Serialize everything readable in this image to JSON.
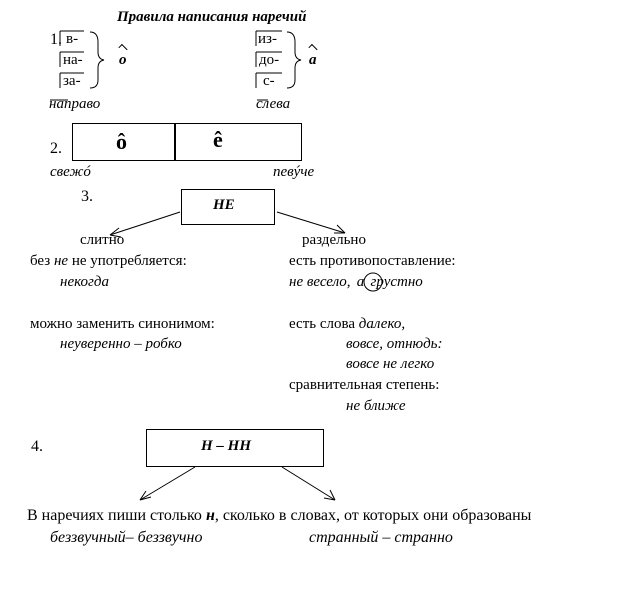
{
  "title": "Правила написания наречий",
  "rule1": {
    "number": "1.",
    "left_prefixes": [
      "в-",
      "на-",
      "за-"
    ],
    "left_ending": "о",
    "right_prefixes": [
      "из-",
      "до-",
      "с-"
    ],
    "right_ending": "а",
    "left_example": "направо",
    "right_example": "слева"
  },
  "rule2": {
    "number": "2.",
    "box_left": "ô",
    "box_right": "ê",
    "left_example": "свежó",
    "right_example": "певýче"
  },
  "rule3": {
    "number": "3.",
    "box": "НЕ",
    "left_heading": "слитно",
    "right_heading": "раздельно",
    "left_rule1_prefix": "без",
    "left_rule1_ne": "не",
    "left_rule1_suffix": "не употребляется:",
    "left_example1": "некогда",
    "left_rule2": "можно заменить синонимом:",
    "left_example2": "неуверенно – робко",
    "right_rule1": "есть противопоставление:",
    "right_example1_a": "не весело,",
    "right_example1_circle": "а",
    "right_example1_b": "грустно",
    "right_rule2": "есть слова",
    "right_words": [
      "далеко,",
      "вовсе, отнюдь:"
    ],
    "right_example2": "вовсе не легко",
    "right_rule3": "сравнительная степень:",
    "right_example3": "не ближе"
  },
  "rule4": {
    "number": "4.",
    "box": "Н – НН",
    "sentence_a": "В наречиях пиши столько",
    "sentence_n": "н",
    "sentence_b": ", сколько в словах, от которых они образованы",
    "example_left": "беззвучный– беззвучно",
    "example_right": "странный – странно"
  }
}
